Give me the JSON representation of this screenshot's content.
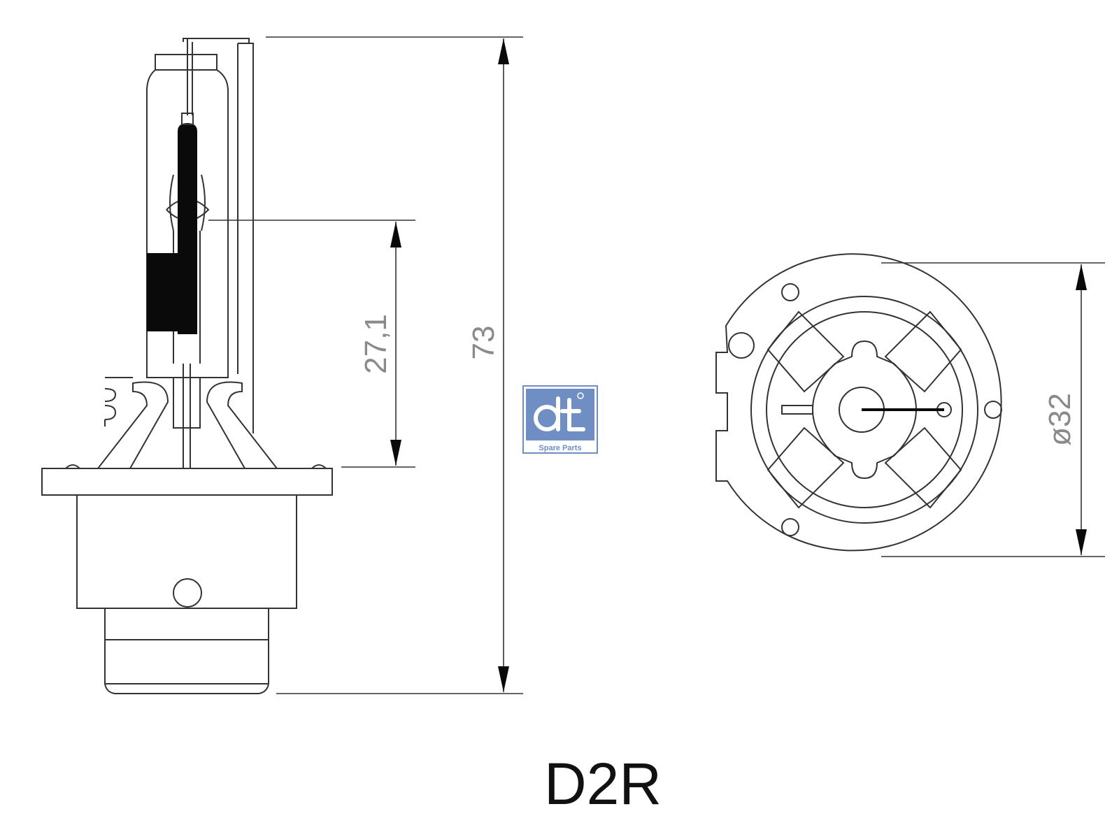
{
  "drawing": {
    "title": "D2R",
    "dimensions": {
      "overall_height": "73",
      "arc_height": "27,1",
      "diameter": "ø32"
    }
  },
  "logo": {
    "caption": "Spare Parts",
    "color": "#6f8ec3"
  },
  "colors": {
    "line": "#333333",
    "dimension": "#8a8a8a",
    "fill_dark": "#0a0a0a"
  }
}
